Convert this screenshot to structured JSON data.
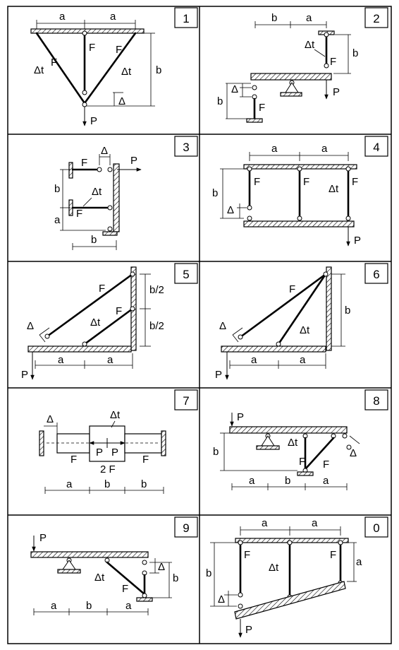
{
  "panels": [
    {
      "number": "1",
      "labels": {
        "a1": "a",
        "a2": "a",
        "b": "b",
        "F_left": "F",
        "F_mid": "F",
        "F_right": "F",
        "dt_left": "Δt",
        "dt_right": "Δt",
        "delta": "Δ",
        "P": "P"
      }
    },
    {
      "number": "2",
      "labels": {
        "b_top": "b",
        "a_top": "a",
        "dt": "Δt",
        "F_upper": "F",
        "b_right": "b",
        "delta": "Δ",
        "b_left": "b",
        "F_lower": "F",
        "P": "P"
      }
    },
    {
      "number": "3",
      "labels": {
        "F_top": "F",
        "delta": "Δ",
        "P": "P",
        "b_left": "b",
        "dt": "Δt",
        "F_bottom": "F",
        "a_left": "a",
        "b_bottom": "b"
      }
    },
    {
      "number": "4",
      "labels": {
        "a1": "a",
        "a2": "a",
        "b": "b",
        "F_left": "F",
        "F_mid": "F",
        "dt": "Δt",
        "F_right": "F",
        "delta": "Δ",
        "P": "P"
      }
    },
    {
      "number": "5",
      "labels": {
        "F_long": "F",
        "F_short": "F",
        "delta": "Δ",
        "dt": "Δt",
        "b2_top": "b/2",
        "b2_bottom": "b/2",
        "P": "P",
        "a1": "a",
        "a2": "a"
      }
    },
    {
      "number": "6",
      "labels": {
        "F": "F",
        "dt": "Δt",
        "delta": "Δ",
        "b": "b",
        "P": "P",
        "a1": "a",
        "a2": "a"
      }
    },
    {
      "number": "7",
      "labels": {
        "delta": "Δ",
        "dt": "Δt",
        "P_left": "P",
        "P_right": "P",
        "F_left": "F",
        "F_center": "2 F",
        "F_right": "F",
        "a": "a",
        "b1": "b",
        "b2": "b"
      }
    },
    {
      "number": "8",
      "labels": {
        "P": "P",
        "dt": "Δt",
        "b": "b",
        "F_left": "F",
        "F_right": "F",
        "delta": "Δ",
        "a1": "a",
        "b_dim": "b",
        "a2": "a"
      }
    },
    {
      "number": "9",
      "labels": {
        "P": "P",
        "dt": "Δt",
        "F": "F",
        "delta": "Δ",
        "b_right": "b",
        "a1": "a",
        "b_dim": "b",
        "a2": "a"
      }
    },
    {
      "number": "0",
      "labels": {
        "a1": "a",
        "a2": "a",
        "b": "b",
        "a_right": "a",
        "F_left": "F",
        "dt": "Δt",
        "F_right": "F",
        "delta": "Δ",
        "P": "P"
      }
    }
  ]
}
